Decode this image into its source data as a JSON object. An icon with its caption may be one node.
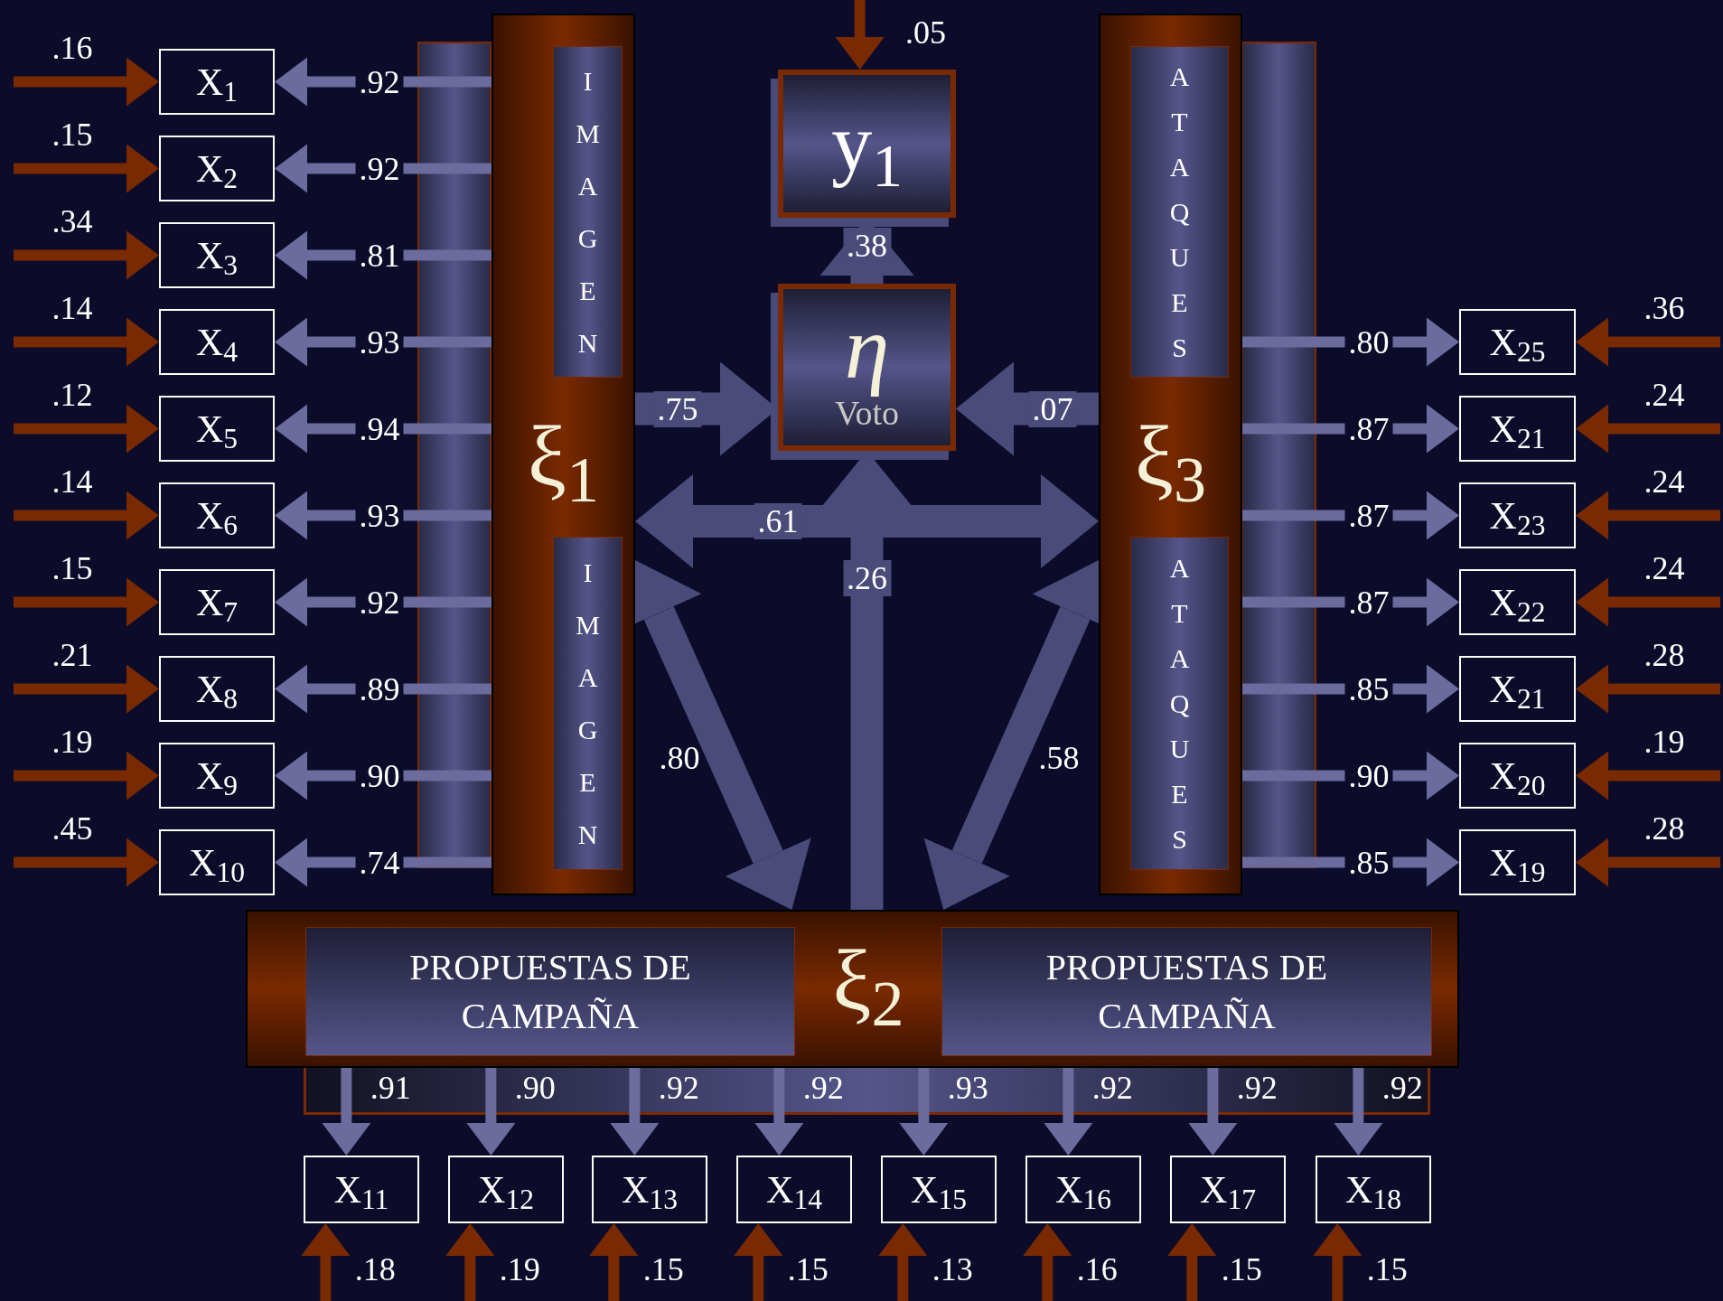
{
  "diagram": {
    "nodes": [
      {
        "text": [
          "ξ$_{1}$"
        ]
      },
      {
        "text": [
          "IMAGEN"
        ],
        "in": 0
      },
      {
        "text": [
          "IMAGEN"
        ],
        "in": 0
      },
      {
        "text": [
          "y$_{1}$"
        ]
      },
      {
        "text": [
          "η",
          "Voto"
        ]
      },
      {
        "text": [
          "ξ$_{3}$"
        ]
      },
      {
        "text": [
          "ATAQUES"
        ],
        "in": 5
      },
      {
        "text": [
          "ATAQUES"
        ],
        "in": 5
      },
      {
        "text": [
          "ξ$_{2}$"
        ]
      },
      {
        "text": [
          "PROPUESTAS DE CAMPAÑA"
        ],
        "in": 8
      },
      {
        "text": [
          "PROPUESTAS DE CAMPAÑA"
        ],
        "in": 8
      },
      {
        "text": [
          "X$_{1}$"
        ]
      },
      {
        "text": [
          "X$_{2}$"
        ]
      },
      {
        "text": [
          "X$_{3}$"
        ]
      },
      {
        "text": [
          "X$_{4}$"
        ]
      },
      {
        "text": [
          "X$_{5}$"
        ]
      },
      {
        "text": [
          "X$_{6}$"
        ]
      },
      {
        "text": [
          "X$_{7}$"
        ]
      },
      {
        "text": [
          "X$_{8}$"
        ]
      },
      {
        "text": [
          "X$_{9}$"
        ]
      },
      {
        "text": [
          "X$_{10}$"
        ]
      },
      {
        "text": [
          "X$_{25}$"
        ]
      },
      {
        "text": [
          "X$_{21}$"
        ]
      },
      {
        "text": [
          "X$_{23}$"
        ]
      },
      {
        "text": [
          "X$_{22}$"
        ]
      },
      {
        "text": [
          "X$_{21}$"
        ]
      },
      {
        "text": [
          "X$_{20}$"
        ]
      },
      {
        "text": [
          "X$_{19}$"
        ]
      },
      {
        "text": [
          "X$_{11}$"
        ]
      },
      {
        "text": [
          "X$_{12}$"
        ]
      },
      {
        "text": [
          "X$_{13}$"
        ]
      },
      {
        "text": [
          "X$_{14}$"
        ]
      },
      {
        "text": [
          "X$_{15}$"
        ]
      },
      {
        "text": [
          "X$_{16}$"
        ]
      },
      {
        "text": [
          "X$_{17}$"
        ]
      },
      {
        "text": [
          "X$_{18}$"
        ]
      }
    ],
    "edges": [
      {
        "from": null,
        "to": 11,
        "arrow": "to",
        "label": ".16"
      },
      {
        "from": null,
        "to": 12,
        "arrow": "to",
        "label": ".15"
      },
      {
        "from": null,
        "to": 13,
        "arrow": "to",
        "label": ".34"
      },
      {
        "from": null,
        "to": 14,
        "arrow": "to",
        "label": ".14"
      },
      {
        "from": null,
        "to": 15,
        "arrow": "to",
        "label": ".12"
      },
      {
        "from": null,
        "to": 16,
        "arrow": "to",
        "label": ".14"
      },
      {
        "from": null,
        "to": 17,
        "arrow": "to",
        "label": ".15"
      },
      {
        "from": null,
        "to": 18,
        "arrow": "to",
        "label": ".21"
      },
      {
        "from": null,
        "to": 19,
        "arrow": "to",
        "label": ".19"
      },
      {
        "from": null,
        "to": 20,
        "arrow": "to",
        "label": ".45"
      },
      {
        "from": 0,
        "to": 11,
        "arrow": "to",
        "label": ".92",
        "color": "#6b6b9e"
      },
      {
        "from": 0,
        "to": 12,
        "arrow": "to",
        "label": ".92",
        "color": "#6b6b9e"
      },
      {
        "from": 0,
        "to": 13,
        "arrow": "to",
        "label": ".81",
        "color": "#6b6b9e"
      },
      {
        "from": 0,
        "to": 14,
        "arrow": "to",
        "label": ".93",
        "color": "#6b6b9e"
      },
      {
        "from": 0,
        "to": 15,
        "arrow": "to",
        "label": ".94",
        "color": "#6b6b9e"
      },
      {
        "from": 0,
        "to": 16,
        "arrow": "to",
        "label": ".93",
        "color": "#6b6b9e"
      },
      {
        "from": 0,
        "to": 17,
        "arrow": "to",
        "label": ".92",
        "color": "#6b6b9e"
      },
      {
        "from": 0,
        "to": 18,
        "arrow": "to",
        "label": ".89",
        "color": "#6b6b9e"
      },
      {
        "from": 0,
        "to": 19,
        "arrow": "to",
        "label": ".90",
        "color": "#6b6b9e"
      },
      {
        "from": 0,
        "to": 20,
        "arrow": "to",
        "label": ".74",
        "color": "#6b6b9e"
      },
      {
        "from": 5,
        "to": 21,
        "arrow": "to",
        "label": ".80",
        "color": "#6b6b9e"
      },
      {
        "from": 5,
        "to": 22,
        "arrow": "to",
        "label": ".87",
        "color": "#6b6b9e"
      },
      {
        "from": 5,
        "to": 23,
        "arrow": "to",
        "label": ".87",
        "color": "#6b6b9e"
      },
      {
        "from": 5,
        "to": 24,
        "arrow": "to",
        "label": ".87",
        "color": "#6b6b9e"
      },
      {
        "from": 5,
        "to": 25,
        "arrow": "to",
        "label": ".85",
        "color": "#6b6b9e"
      },
      {
        "from": 5,
        "to": 26,
        "arrow": "to",
        "label": ".90",
        "color": "#6b6b9e"
      },
      {
        "from": 5,
        "to": 27,
        "arrow": "to",
        "label": ".85",
        "color": "#6b6b9e"
      },
      {
        "from": null,
        "to": 21,
        "arrow": "to",
        "label": ".36"
      },
      {
        "from": null,
        "to": 22,
        "arrow": "to",
        "label": ".24"
      },
      {
        "from": null,
        "to": 23,
        "arrow": "to",
        "label": ".24"
      },
      {
        "from": null,
        "to": 24,
        "arrow": "to",
        "label": ".24"
      },
      {
        "from": null,
        "to": 25,
        "arrow": "to",
        "label": ".28"
      },
      {
        "from": null,
        "to": 26,
        "arrow": "to",
        "label": ".19"
      },
      {
        "from": null,
        "to": 27,
        "arrow": "to",
        "label": ".28"
      },
      {
        "from": 8,
        "to": 28,
        "arrow": "to",
        "label": ".91",
        "color": "#6b6b9e"
      },
      {
        "from": 8,
        "to": 29,
        "arrow": "to",
        "label": ".90",
        "color": "#6b6b9e"
      },
      {
        "from": 8,
        "to": 30,
        "arrow": "to",
        "label": ".92",
        "color": "#6b6b9e"
      },
      {
        "from": 8,
        "to": 31,
        "arrow": "to",
        "label": ".92",
        "color": "#6b6b9e"
      },
      {
        "from": 8,
        "to": 32,
        "arrow": "to",
        "label": ".93",
        "color": "#6b6b9e"
      },
      {
        "from": 8,
        "to": 33,
        "arrow": "to",
        "label": ".92",
        "color": "#6b6b9e"
      },
      {
        "from": 8,
        "to": 34,
        "arrow": "to",
        "label": ".92",
        "color": "#6b6b9e"
      },
      {
        "from": 8,
        "to": 35,
        "arrow": "to",
        "label": ".92",
        "color": "#6b6b9e"
      },
      {
        "from": null,
        "to": 28,
        "arrow": "to",
        "label": ".18"
      },
      {
        "from": null,
        "to": 29,
        "arrow": "to",
        "label": ".19"
      },
      {
        "from": null,
        "to": 30,
        "arrow": "to",
        "label": ".15"
      },
      {
        "from": null,
        "to": 31,
        "arrow": "to",
        "label": ".15"
      },
      {
        "from": null,
        "to": 32,
        "arrow": "to",
        "label": ".13"
      },
      {
        "from": null,
        "to": 33,
        "arrow": "to",
        "label": ".16"
      },
      {
        "from": null,
        "to": 34,
        "arrow": "to",
        "label": ".15"
      },
      {
        "from": null,
        "to": 35,
        "arrow": "to",
        "label": ".15"
      },
      {
        "from": null,
        "to": 3,
        "arrow": "to",
        "label": ".05"
      },
      {
        "from": 4,
        "to": 3,
        "arrow": "to",
        "label": ".38",
        "style": "thick",
        "color": "#4b4b7a"
      },
      {
        "from": 0,
        "to": 4,
        "arrow": "to",
        "label": ".75",
        "style": "thick",
        "color": "#4b4b7a"
      },
      {
        "from": 5,
        "to": 4,
        "arrow": "to",
        "label": ".07",
        "style": "thick",
        "color": "#4b4b7a"
      },
      {
        "from": 8,
        "to": 4,
        "arrow": "to",
        "label": ".26",
        "style": "thick",
        "color": "#4b4b7a"
      },
      {
        "from": 0,
        "to": 5,
        "arrow": "both",
        "label": ".61",
        "style": "thick",
        "color": "#4b4b7a"
      },
      {
        "from": 0,
        "to": 8,
        "arrow": "both",
        "label": ".80",
        "style": "thick",
        "color": "#4b4b7a"
      },
      {
        "from": 5,
        "to": 8,
        "arrow": "both",
        "label": ".58",
        "style": "thick",
        "color": "#4b4b7a"
      }
    ]
  }
}
